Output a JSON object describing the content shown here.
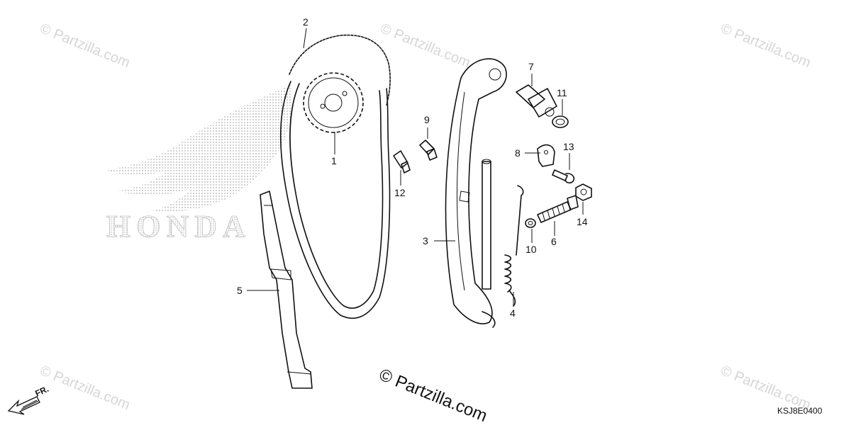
{
  "watermark": {
    "text": "© Partzilla.com",
    "center_text": "© Partzilla.com"
  },
  "logo": {
    "brand_text": "HONDA"
  },
  "diagram_code": "KSJ8E0400",
  "front_indicator": "FR.",
  "callouts": {
    "c1": "1",
    "c2": "2",
    "c3": "3",
    "c4": "4",
    "c5": "5",
    "c6": "6",
    "c7": "7",
    "c8": "8",
    "c9": "9",
    "c10": "10",
    "c11": "11",
    "c12": "12",
    "c13": "13",
    "c14": "14"
  }
}
